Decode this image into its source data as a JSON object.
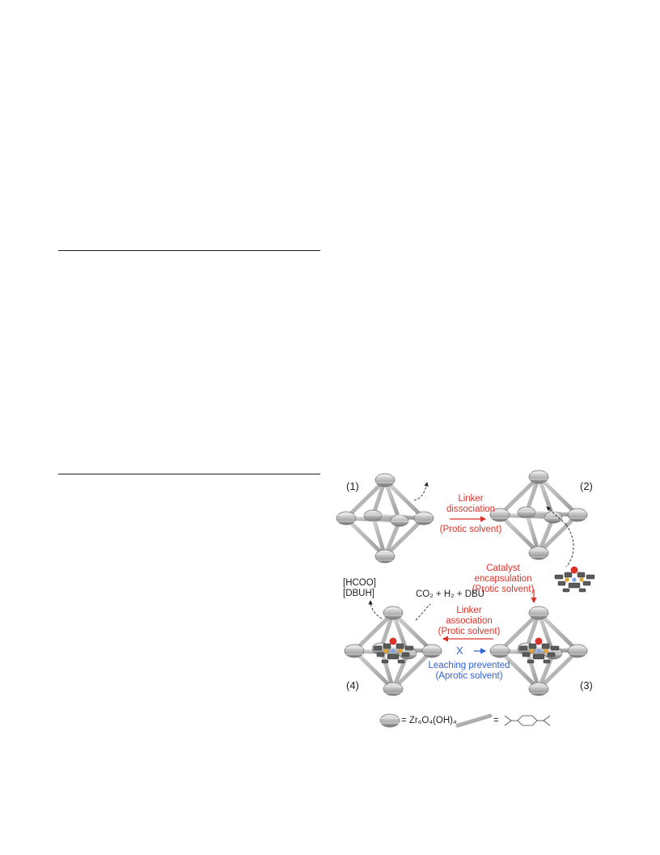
{
  "scheme": {
    "labels": {
      "step1": "(1)",
      "step2": "(2)",
      "step3": "(3)",
      "step4": "(4)"
    },
    "arrows": {
      "dissociation": {
        "line1": "Linker",
        "line2": "dissociation",
        "line3": "(Protic solvent)"
      },
      "encapsulation": {
        "line1": "Catalyst",
        "line2": "encapsulation",
        "line3": "(Protic solvent)"
      },
      "association": {
        "line1": "Linker",
        "line2": "association",
        "line3": "(Protic solvent)"
      },
      "leaching": {
        "mark": "X",
        "line1": "Leaching prevented",
        "line2": "(Aprotic solvent)"
      }
    },
    "reaction": {
      "products_line1": "[HCOO]",
      "products_line2": "[DBUH]",
      "reactants": "CO₂ + H₂ + DBU"
    },
    "legend": {
      "node_eq": "= Zr₆O₄(OH)₄",
      "linker_eq": "="
    },
    "colors": {
      "red": "#d9342b",
      "blue": "#2f5fd0",
      "node_dark": "#8a8a8a",
      "node_light": "#e6e6e6",
      "ligand_dark": "#555555"
    }
  }
}
